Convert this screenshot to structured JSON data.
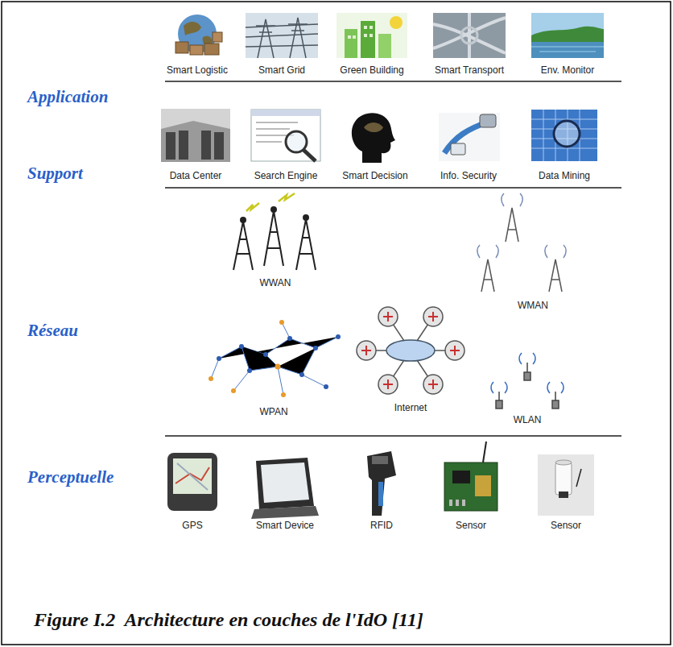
{
  "diagram": {
    "caption": "Figure I.2  Architecture en couches de l'IdO [11]",
    "labels": [
      "Application",
      "Support",
      "Réseau",
      "Perceptuelle",
      "Smart Logistic",
      "Smart Grid",
      "Green Building",
      "Smart Transport",
      "Env. Monitor",
      "Data Center",
      "Search Engine",
      "Smart Decision",
      "Info. Security",
      "Data Mining",
      "WWAN",
      "WMAN",
      "Internet",
      "WPAN",
      "WLAN",
      "GPS",
      "Smart Device",
      "RFID",
      "Sensor",
      "Sensor"
    ]
  }
}
